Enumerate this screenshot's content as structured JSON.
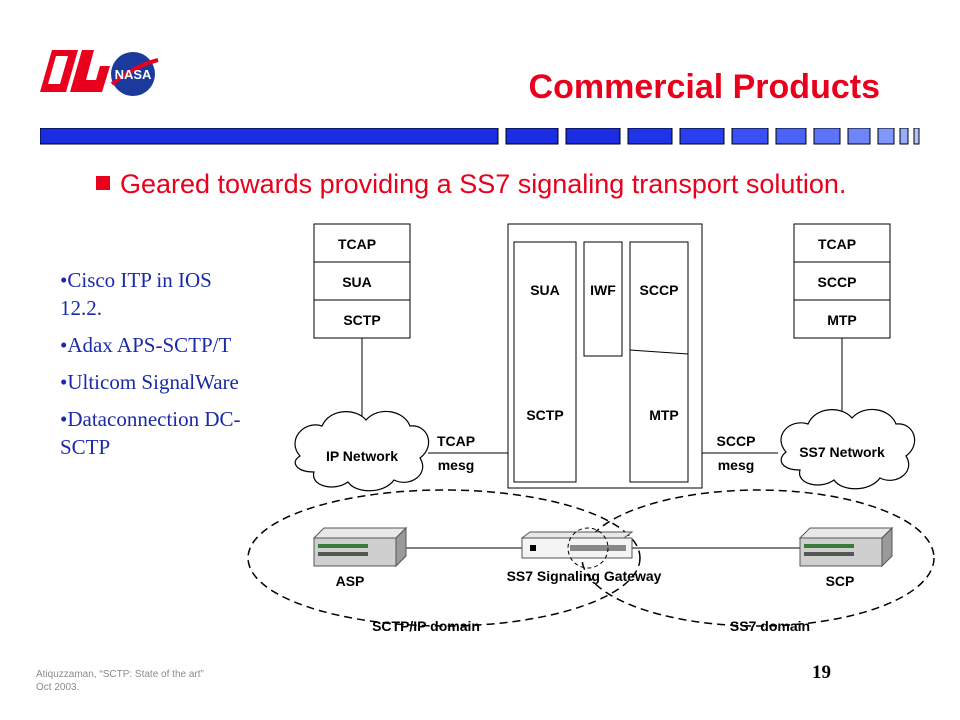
{
  "slide": {
    "title": "Commercial Products",
    "bullet": "Geared towards providing a SS7 signaling transport solution.",
    "vendors": [
      "•Cisco ITP in IOS 12.2.",
      "•Adax APS-SCTP/T",
      "•Ulticom SignalWare",
      "•Dataconnection DC-SCTP"
    ],
    "footer": {
      "line1": "Atiquzzaman, “SCTP: State of the art”",
      "line2": "Oct 2003."
    },
    "page_number": "19"
  },
  "logos": {
    "ou": "OU",
    "nasa": "NASA"
  },
  "diagram": {
    "left_stack": [
      "TCAP",
      "SUA",
      "SCTP"
    ],
    "right_stack": [
      "TCAP",
      "SCCP",
      "MTP"
    ],
    "gateway": {
      "sua": "SUA",
      "iwf": "IWF",
      "sccp": "SCCP",
      "sctp": "SCTP",
      "mtp": "MTP"
    },
    "ip_network": "IP Network",
    "ss7_network": "SS7 Network",
    "tcap_msg_line1": "TCAP",
    "tcap_msg_line2": "mesg",
    "sccp_msg_line1": "SCCP",
    "sccp_msg_line2": "mesg",
    "asp": "ASP",
    "sg": "SS7 Signaling Gateway",
    "scp": "SCP",
    "sctp_domain": "SCTP/IP domain",
    "ss7_domain": "SS7 domain"
  },
  "colors": {
    "accent_red": "#e8001c",
    "bar_blue": "#1a2de0",
    "text_blue": "#1a2aa8"
  }
}
